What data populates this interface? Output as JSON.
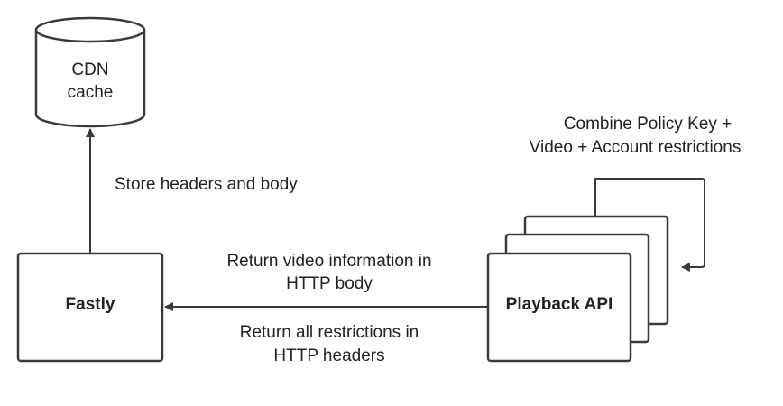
{
  "colors": {
    "stroke": "#3a3a3a",
    "text": "#222222",
    "background": "#ffffff"
  },
  "nodes": {
    "cdn_cache": {
      "line1": "CDN",
      "line2": "cache"
    },
    "fastly": {
      "label": "Fastly"
    },
    "playback_api": {
      "label": "Playback API"
    }
  },
  "edges": {
    "store": {
      "label": "Store headers and body"
    },
    "return_body": {
      "line1": "Return video information in",
      "line2": "HTTP body"
    },
    "return_headers": {
      "line1": "Return all restrictions in",
      "line2": "HTTP headers"
    },
    "combine": {
      "line1": "Combine Policy Key +",
      "line2": "Video + Account restrictions"
    }
  }
}
